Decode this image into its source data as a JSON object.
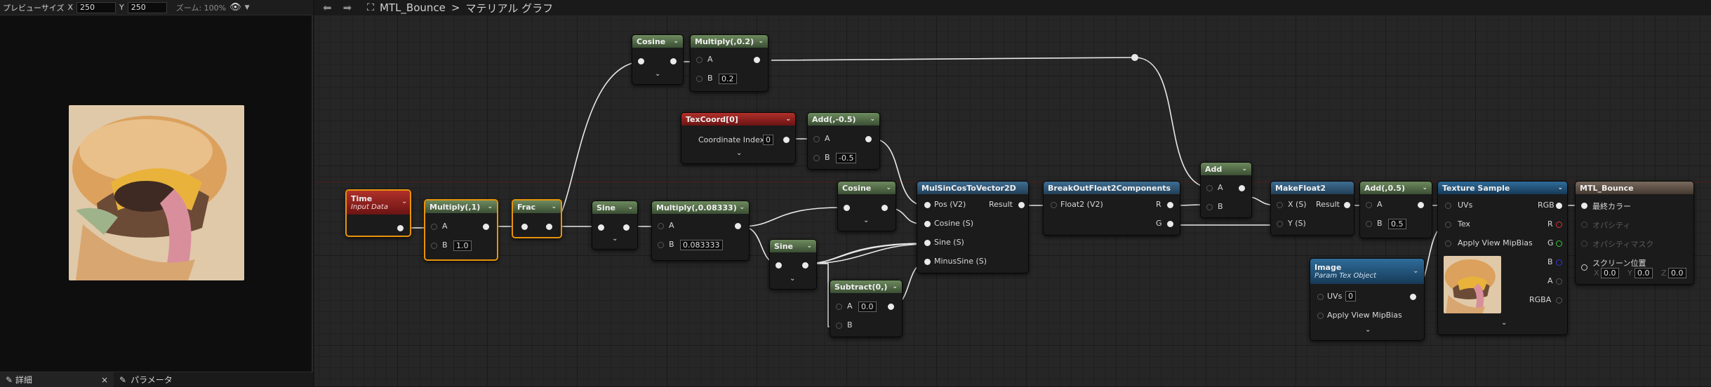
{
  "preview_toolbar": {
    "size_label": "プレビューサイズ",
    "x_label": "X",
    "x_value": "250",
    "y_label": "Y",
    "y_value": "250",
    "zoom_label": "ズーム: 100%"
  },
  "left_tabs": {
    "details": "詳細",
    "params": "パラメータ",
    "close": "×"
  },
  "graph_toolbar": {
    "title": "MTL_Bounce",
    "breadcrumb": "マテリアル グラフ"
  },
  "nodes": {
    "time": {
      "title": "Time",
      "subtitle": "Input Data"
    },
    "mult1": {
      "title": "Multiply(,1)",
      "a": "A",
      "b": "B",
      "b_val": "1.0"
    },
    "frac": {
      "title": "Frac"
    },
    "sine1": {
      "title": "Sine"
    },
    "mult2": {
      "title": "Multiply(,0.08333)",
      "a": "A",
      "b": "B",
      "b_val": "0.083333"
    },
    "cos_top": {
      "title": "Cosine"
    },
    "mult_top": {
      "title": "Multiply(,0.2)",
      "a": "A",
      "b": "B",
      "b_val": "0.2"
    },
    "texcoord": {
      "title": "TexCoord[0]",
      "coord_label": "Coordinate Index",
      "coord_val": "0"
    },
    "add_neg": {
      "title": "Add(,-0.5)",
      "a": "A",
      "b": "B",
      "b_val": "-0.5"
    },
    "cos2": {
      "title": "Cosine"
    },
    "sine2": {
      "title": "Sine"
    },
    "subtract": {
      "title": "Subtract(0,)",
      "a": "A",
      "a_val": "0.0",
      "b": "B"
    },
    "mulsincos": {
      "title": "MulSinCosToVector2D",
      "pos": "Pos (V2)",
      "result": "Result",
      "cosine": "Cosine (S)",
      "sine": "Sine (S)",
      "minussine": "MinusSine (S)"
    },
    "breakout": {
      "title": "BreakOutFloat2Components",
      "in": "Float2 (V2)",
      "r": "R",
      "g": "G"
    },
    "add": {
      "title": "Add",
      "a": "A",
      "b": "B"
    },
    "makefloat": {
      "title": "MakeFloat2",
      "x": "X (S)",
      "y": "Y (S)",
      "result": "Result"
    },
    "add05": {
      "title": "Add(,0.5)",
      "a": "A",
      "b": "B",
      "b_val": "0.5"
    },
    "image": {
      "title": "Image",
      "subtitle": "Param Tex Object",
      "uvs": "UVs",
      "uvs_val": "0",
      "mip": "Apply View MipBias"
    },
    "texsample": {
      "title": "Texture Sample",
      "uvs": "UVs",
      "tex": "Tex",
      "mip": "Apply View MipBias",
      "rgb": "RGB",
      "r": "R",
      "g": "G",
      "b": "B",
      "a": "A",
      "rgba": "RGBA"
    },
    "mtl": {
      "title": "MTL_Bounce",
      "final": "最終カラー",
      "opacity": "オパシティ",
      "opacity_mask": "オパシティマスク",
      "screen_pos": "スクリーン位置",
      "x": "X",
      "x_val": "0.0",
      "y": "Y",
      "y_val": "0.0",
      "z": "Z",
      "z_val": "0.0"
    }
  }
}
